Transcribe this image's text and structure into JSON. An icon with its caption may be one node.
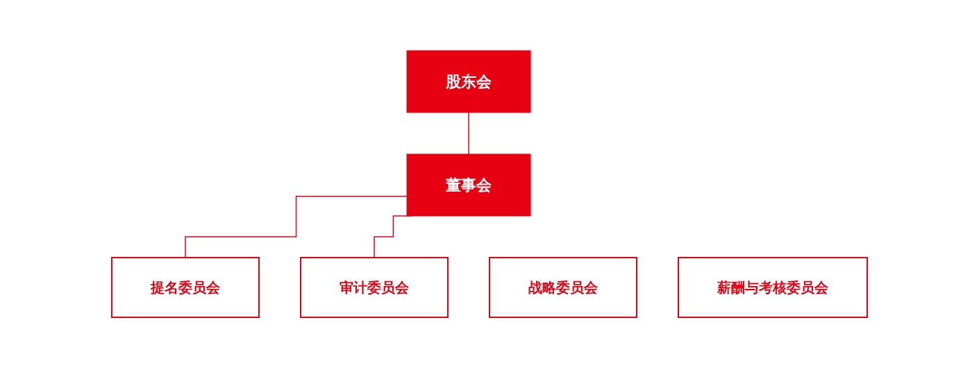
{
  "diagram": {
    "nodes": [
      {
        "text": [
          "股东会"
        ]
      },
      {
        "text": [
          "董事会"
        ]
      },
      {
        "text": [
          "提名委员会"
        ]
      },
      {
        "text": [
          "战略委员会"
        ]
      },
      {
        "text": [
          "薪酬与考核委员会"
        ]
      },
      {
        "text": [
          "审计委员会"
        ]
      }
    ],
    "edges": [
      {
        "from": 0,
        "to": 1,
        "arrow": "none"
      },
      {
        "from": 1,
        "to": 2,
        "arrow": "none"
      },
      {
        "from": 1,
        "to": 5,
        "arrow": "none"
      }
    ]
  }
}
